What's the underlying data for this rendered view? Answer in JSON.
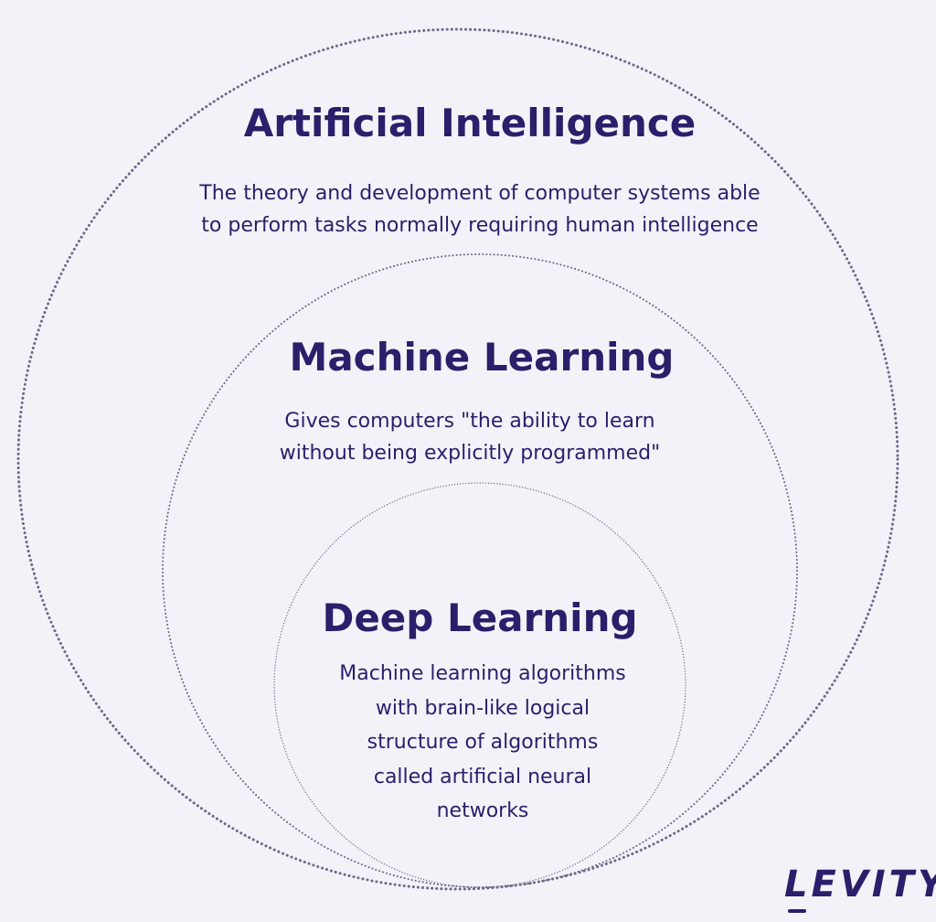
{
  "ai": {
    "title": "Artificial Intelligence",
    "lines": [
      "The theory and development of computer systems able",
      "to perform tasks normally requiring human intelligence"
    ]
  },
  "ml": {
    "title": "Machine Learning",
    "lines": [
      "Gives computers \"the ability to learn",
      "without being explicitly programmed\""
    ]
  },
  "dl": {
    "title": "Deep Learning",
    "lines": [
      "Machine learning algorithms",
      "with brain-like logical",
      "structure of algorithms",
      "called artificial neural",
      "networks"
    ]
  },
  "logo": "LEVITY",
  "colors": {
    "text": "#2a1f6b",
    "ring": "#6e6888",
    "background": "#f3f2f8"
  }
}
